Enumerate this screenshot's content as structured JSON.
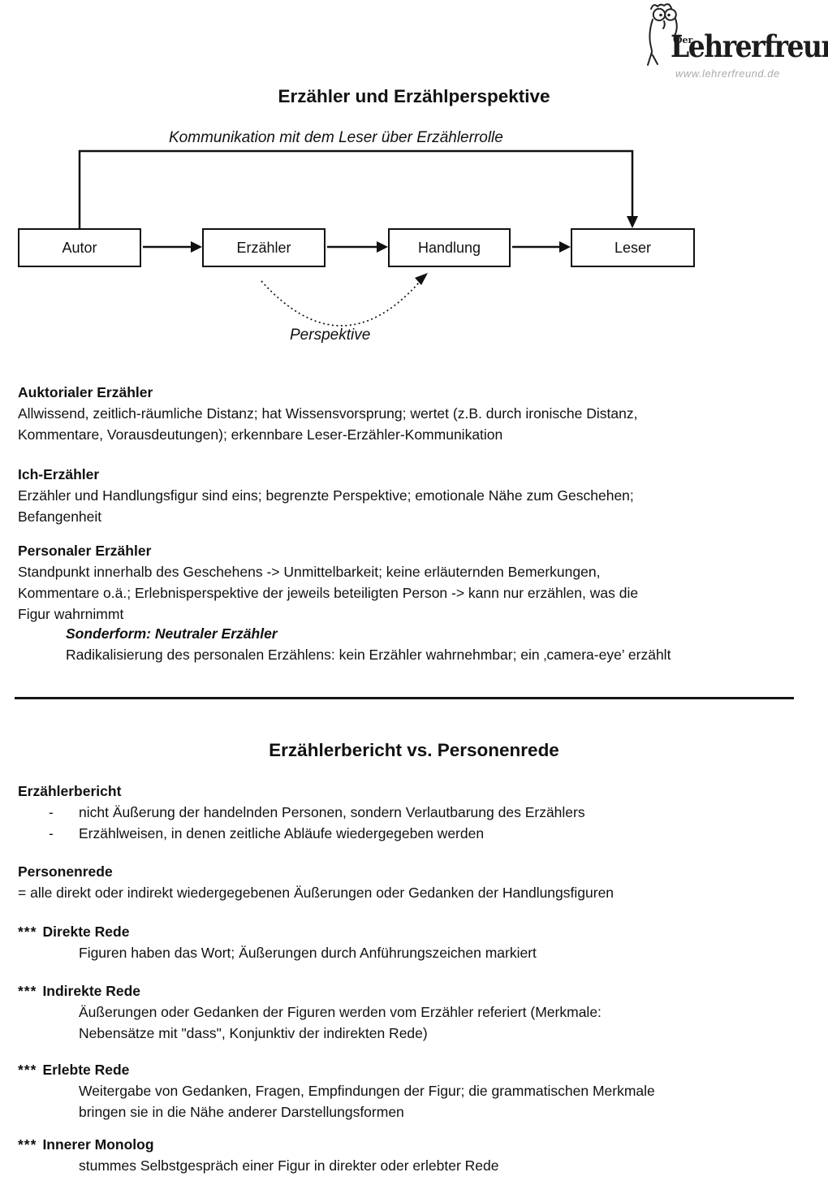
{
  "logo": {
    "brand_prefix": "Der",
    "brand": "Lehrerfreund",
    "url": "www.lehrerfreund.de"
  },
  "colors": {
    "page_bg": "#ffffff",
    "text": "#111111",
    "url_gray": "#ababab",
    "line": "#111111"
  },
  "page1": {
    "title": "Erzähler und Erzählperspektive",
    "diagram": {
      "top_label": "Kommunikation mit dem Leser über Erzählerrolle",
      "boxes": [
        "Autor",
        "Erzähler",
        "Handlung",
        "Leser"
      ],
      "curve_label": "Perspektive"
    },
    "sections": {
      "auktorial": {
        "heading": "Auktorialer Erzähler",
        "body": "Allwissend, zeitlich-räumliche Distanz; hat Wissensvorsprung; wertet (z.B. durch ironische Distanz,\nKommentare, Vorausdeutungen); erkennbare Leser-Erzähler-Kommunikation"
      },
      "ich": {
        "heading": "Ich-Erzähler",
        "body": "Erzähler und Handlungsfigur sind eins; begrenzte Perspektive; emotionale Nähe zum Geschehen;\nBefangenheit"
      },
      "personal": {
        "heading": "Personaler Erzähler",
        "body": "Standpunkt innerhalb des Geschehens -> Unmittelbarkeit; keine erläuternden Bemerkungen,\nKommentare o.ä.; Erlebnisperspektive der jeweils beteiligten Person -> kann nur erzählen, was die\nFigur wahrnimmt",
        "sub_heading": "Sonderform: Neutraler Erzähler",
        "sub_body": "Radikalisierung des personalen Erzählens: kein Erzähler wahrnehmbar; ein ‚camera-eye’ erzählt"
      }
    }
  },
  "page2": {
    "title": "Erzählerbericht vs. Personenrede",
    "erzaehlerbericht": {
      "heading": "Erzählerbericht",
      "bullet_marker": "-",
      "bullets": [
        "nicht Äußerung der handelnden Personen, sondern Verlautbarung des Erzählers",
        "Erzählweisen, in denen zeitliche Abläufe wiedergegeben werden"
      ]
    },
    "personenrede": {
      "heading": "Personenrede",
      "body": "= alle direkt oder indirekt wiedergegebenen Äußerungen oder Gedanken der Handlungsfiguren"
    },
    "star_prefix": "***",
    "starred": [
      {
        "label": "Direkte Rede",
        "body": "Figuren haben das Wort; Äußerungen durch Anführungszeichen markiert"
      },
      {
        "label": "Indirekte Rede",
        "body": "Äußerungen oder Gedanken der Figuren werden vom Erzähler referiert (Merkmale:\nNebensätze mit \"dass\", Konjunktiv der indirekten Rede)"
      },
      {
        "label": "Erlebte Rede",
        "body": "Weitergabe von Gedanken, Fragen, Empfindungen der Figur; die grammatischen Merkmale\nbringen sie in die Nähe anderer Darstellungsformen"
      },
      {
        "label": "Innerer Monolog",
        "body": "stummes Selbstgespräch einer Figur in direkter oder erlebter Rede"
      }
    ]
  }
}
